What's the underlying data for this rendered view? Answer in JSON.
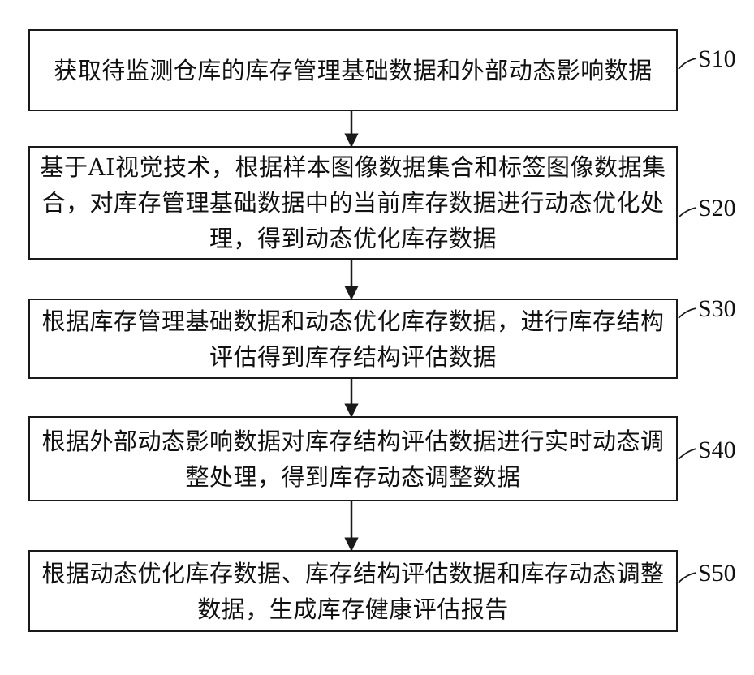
{
  "steps": [
    {
      "id": "S10",
      "label": "S10",
      "text": "获取待监测仓库的库存管理基础数据和外部动态影响数据"
    },
    {
      "id": "S20",
      "label": "S20",
      "text": "基于AI视觉技术，根据样本图像数据集合和标签图像数据集合，对库存管理基础数据中的当前库存数据进行动态优化处理，得到动态优化库存数据"
    },
    {
      "id": "S30",
      "label": "S30",
      "text": "根据库存管理基础数据和动态优化库存数据，进行库存结构评估得到库存结构评估数据"
    },
    {
      "id": "S40",
      "label": "S40",
      "text": "根据外部动态影响数据对库存结构评估数据进行实时动态调整处理，得到库存动态调整数据"
    },
    {
      "id": "S50",
      "label": "S50",
      "text": "根据动态优化库存数据、库存结构评估数据和库存动态调整数据，生成库存健康评估报告"
    }
  ]
}
